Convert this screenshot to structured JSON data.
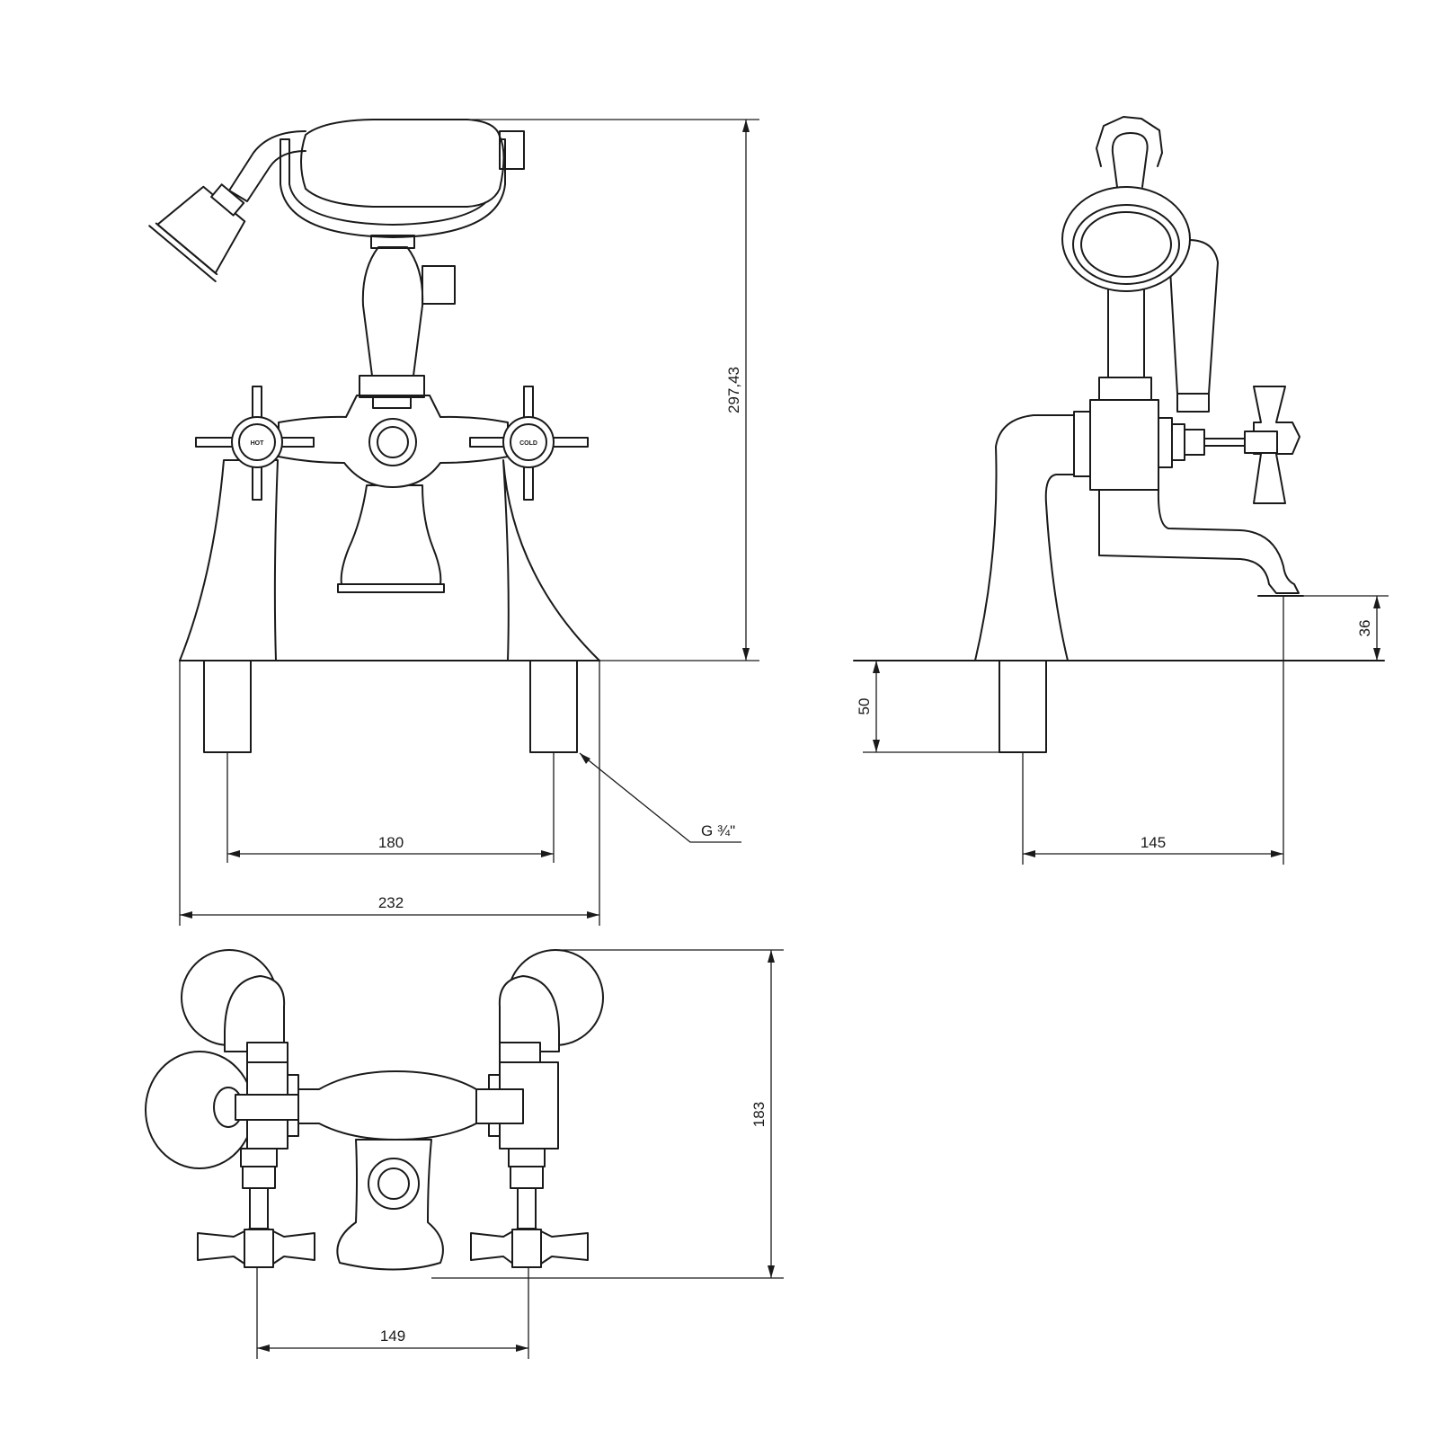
{
  "dimensions": {
    "total_height": "297,43",
    "inlet_spacing": "180",
    "overall_width": "232",
    "thread": "G ¾\"",
    "projection": "145",
    "shank_length": "50",
    "spout_clearance": "36",
    "depth": "183",
    "handle_spacing": "149"
  },
  "labels": {
    "hot": "HOT",
    "cold": "COLD"
  }
}
